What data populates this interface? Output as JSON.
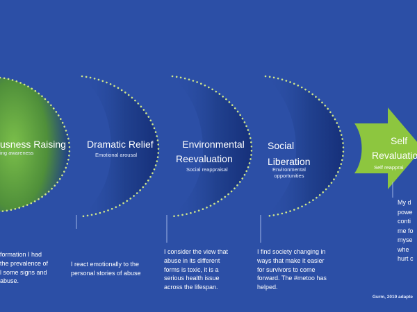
{
  "stages": [
    {
      "title": "usness Raising",
      "subtitle": "ing awareness",
      "description_lines": [
        "formation I had",
        "the prevalence of",
        "l some signs and",
        "abuse."
      ]
    },
    {
      "title": "Dramatic Relief",
      "subtitle": "Emotional arousal",
      "description_lines": [
        "I react emotionally to the",
        "personal stories of abuse"
      ]
    },
    {
      "title_lines": [
        "Environmental",
        "Reevaluation"
      ],
      "subtitle": "Social reappraisal",
      "description_lines": [
        "I consider the view that",
        "abuse in its different",
        "forms is toxic, it is a",
        "serious health issue",
        "across the lifespan."
      ]
    },
    {
      "title_lines": [
        "Social",
        "Liberation"
      ],
      "subtitle_lines": [
        "Environmental",
        "opportunities"
      ],
      "description_lines": [
        "I find society changing in",
        "ways that make it easier",
        "for survivors to come",
        "forward. The #metoo has",
        "helped."
      ]
    },
    {
      "title_lines": [
        "Self",
        "Revaluatio"
      ],
      "subtitle": "Self reapprai",
      "description_lines": [
        "My d",
        "powe",
        "conti",
        "me fo",
        "myse",
        "whe",
        "hurt c"
      ]
    }
  ],
  "credit": "Gurm, 2019 adapte",
  "colors": {
    "background": "#2c4fa6",
    "arc_fill": "#1d3a85",
    "dots": "#cfe58a",
    "arrow": "#8dc63f",
    "first_stage": "#6aa84f"
  }
}
